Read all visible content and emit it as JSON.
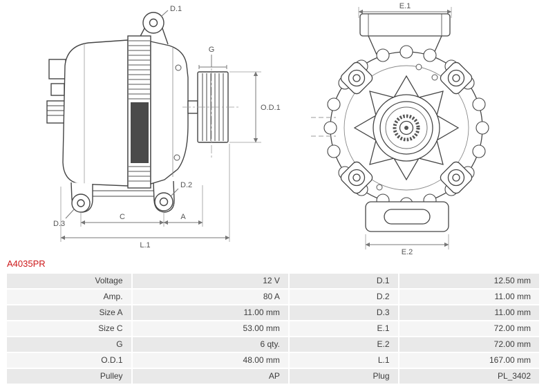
{
  "part_number": "A4035PR",
  "colors": {
    "part_number_red": "#cc1719",
    "drawing_line": "#444444",
    "row_odd": "#e9e9e9",
    "row_even": "#f5f5f5"
  },
  "diagram": {
    "side_view": {
      "d1": "D.1",
      "g": "G",
      "od1": "O.D.1",
      "d2": "D.2",
      "d3": "D.3",
      "c": "C",
      "a": "A",
      "l1": "L.1"
    },
    "front_view": {
      "e1": "E.1",
      "e2": "E.2"
    }
  },
  "specs": {
    "rows": [
      {
        "label_left": "Voltage",
        "value_left": "12 V",
        "label_right": "D.1",
        "value_right": "12.50 mm"
      },
      {
        "label_left": "Amp.",
        "value_left": "80 A",
        "label_right": "D.2",
        "value_right": "11.00 mm"
      },
      {
        "label_left": "Size A",
        "value_left": "11.00 mm",
        "label_right": "D.3",
        "value_right": "11.00 mm"
      },
      {
        "label_left": "Size C",
        "value_left": "53.00 mm",
        "label_right": "E.1",
        "value_right": "72.00 mm"
      },
      {
        "label_left": "G",
        "value_left": "6 qty.",
        "label_right": "E.2",
        "value_right": "72.00 mm"
      },
      {
        "label_left": "O.D.1",
        "value_left": "48.00 mm",
        "label_right": "L.1",
        "value_right": "167.00 mm"
      },
      {
        "label_left": "Pulley",
        "value_left": "AP",
        "label_right": "Plug",
        "value_right": "PL_3402"
      }
    ]
  }
}
